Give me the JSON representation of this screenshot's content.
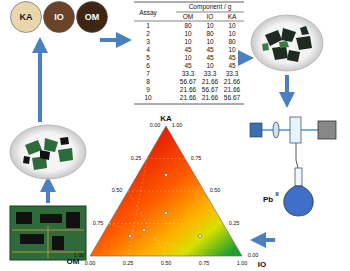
{
  "diagram": {
    "nodes": [
      {
        "text": [
          "KA"
        ]
      },
      {
        "text": [
          "IO"
        ]
      },
      {
        "text": [
          "OM"
        ]
      }
    ],
    "labels": [
      "Assay",
      "Component / g",
      "OM",
      "IO",
      "KA",
      "1",
      "80",
      "10",
      "10",
      "2",
      "10",
      "80",
      "10",
      "3",
      "10",
      "10",
      "80",
      "4",
      "45",
      "45",
      "10",
      "5",
      "10",
      "45",
      "45",
      "6",
      "45",
      "10",
      "45",
      "7",
      "33.3",
      "33.3",
      "33.3",
      "8",
      "56.67",
      "21.66",
      "21.66",
      "9",
      "21.66",
      "56.67",
      "21.66",
      "10",
      "21.66",
      "21.66",
      "56.67",
      "KA",
      "OM",
      "IO",
      "0.00",
      "0.25",
      "0.50",
      "0.75",
      "1.00",
      "1.00",
      "0.75",
      "0.50",
      "0.25",
      "0.00",
      "0.00",
      "0.25",
      "0.50",
      "0.75",
      "1.00",
      "Pb",
      "II"
    ]
  }
}
